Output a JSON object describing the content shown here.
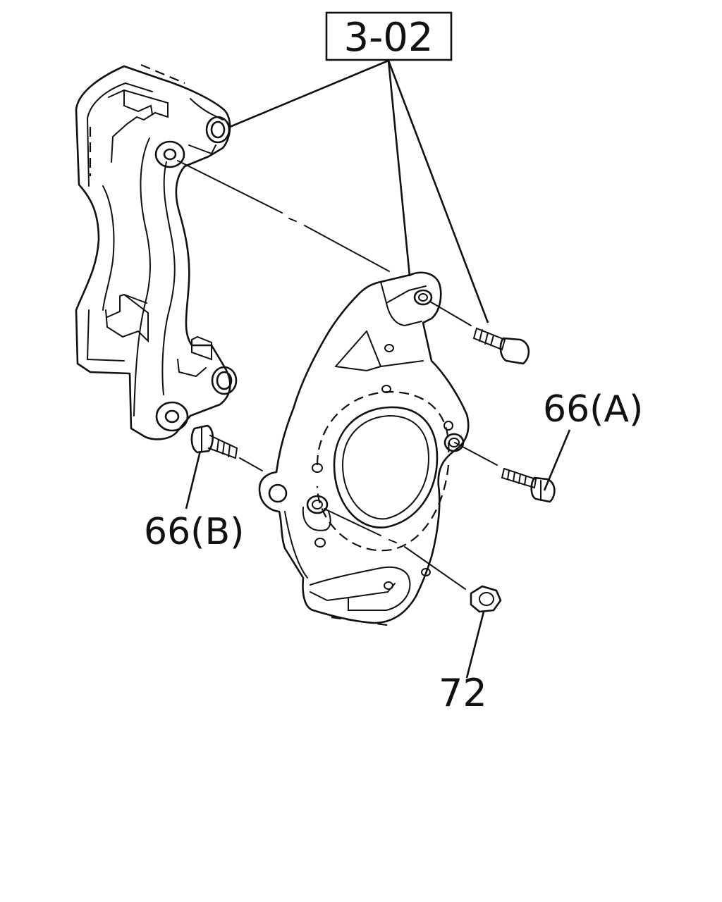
{
  "diagram": {
    "callouts": {
      "ref_box": "3-02",
      "bolt_a": "66(A)",
      "bolt_b": "66(B)",
      "nut": "72"
    },
    "parts": {
      "caliper_bracket": "caliper-bracket",
      "steering_knuckle": "steering-knuckle",
      "bolt_a": "bolt-66a",
      "bolt_b": "bolt-66b",
      "nut": "nut-72",
      "upper_bolt": "bolt-upper"
    }
  }
}
